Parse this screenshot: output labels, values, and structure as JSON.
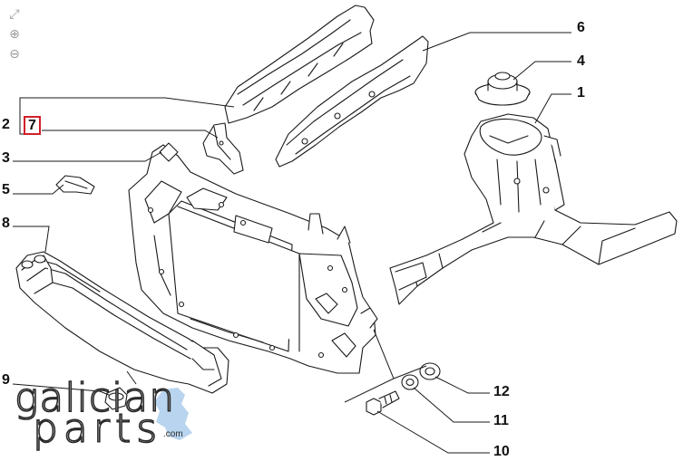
{
  "toolbar": {
    "fit_glyph": "⤢",
    "zoom_in_glyph": "⊕",
    "zoom_out_glyph": "⊖"
  },
  "callouts": [
    {
      "id": "1",
      "label": "1"
    },
    {
      "id": "2",
      "label": "2"
    },
    {
      "id": "3",
      "label": "3"
    },
    {
      "id": "4",
      "label": "4"
    },
    {
      "id": "5",
      "label": "5"
    },
    {
      "id": "6",
      "label": "6"
    },
    {
      "id": "7",
      "label": "7"
    },
    {
      "id": "8",
      "label": "8"
    },
    {
      "id": "9",
      "label": "9"
    },
    {
      "id": "10",
      "label": "10"
    },
    {
      "id": "11",
      "label": "11"
    },
    {
      "id": "12",
      "label": "12"
    }
  ],
  "selected_callout": "7",
  "logo": {
    "word1": "galician",
    "word2": "parts",
    "domain": ".com",
    "accent_color": "#b8d4ee"
  },
  "colors": {
    "line": "#1a1a1a",
    "highlight": "#d0202a"
  }
}
